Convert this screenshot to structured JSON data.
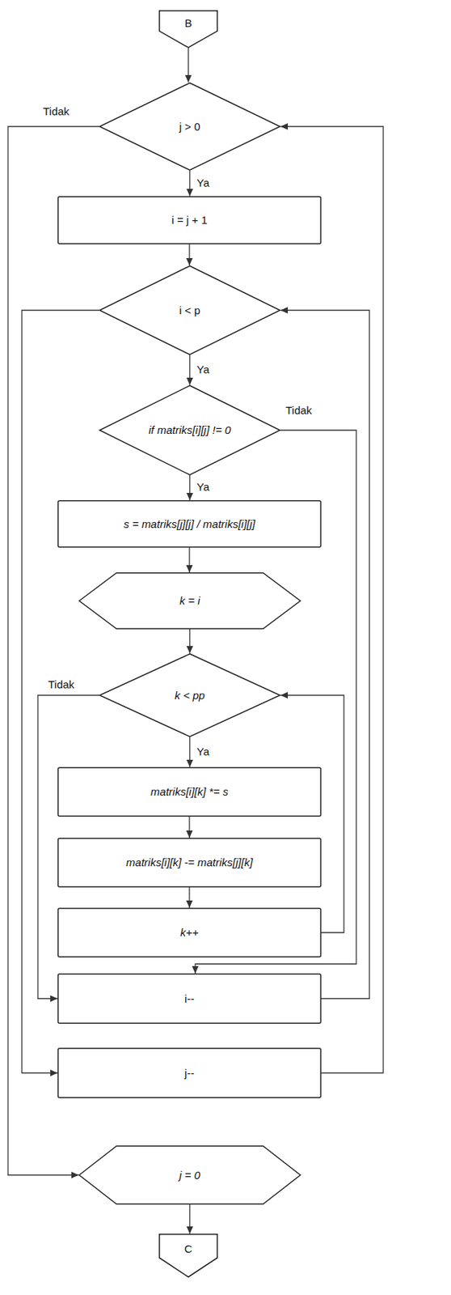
{
  "diagram": {
    "nodes": [
      {
        "text": [
          "B"
        ]
      },
      {
        "text": [
          "j > 0"
        ]
      },
      {
        "text": [
          "i = j + 1"
        ]
      },
      {
        "text": [
          "i < p"
        ]
      },
      {
        "text": [
          "if matriks[i][j] != 0"
        ]
      },
      {
        "text": [
          "s = matriks[j][j] / matriks[i][j]"
        ]
      },
      {
        "text": [
          "k = i"
        ]
      },
      {
        "text": [
          "k < pp"
        ]
      },
      {
        "text": [
          "matriks[i][k] *= s"
        ]
      },
      {
        "text": [
          "matriks[i][k] -= matriks[j][k]"
        ]
      },
      {
        "text": [
          "k++"
        ]
      },
      {
        "text": [
          "i--"
        ]
      },
      {
        "text": [
          "j--"
        ]
      },
      {
        "text": [
          "j = 0"
        ]
      },
      {
        "text": [
          "C"
        ]
      }
    ],
    "edges": [
      {
        "from": 0,
        "to": 1,
        "arrow": "to"
      },
      {
        "from": 1,
        "to": 2,
        "label": "Ya",
        "arrow": "to"
      },
      {
        "from": 1,
        "to": 13,
        "label": "Tidak",
        "arrow": "to"
      },
      {
        "from": 2,
        "to": 3,
        "arrow": "to"
      },
      {
        "from": 3,
        "to": 4,
        "label": "Ya",
        "arrow": "to"
      },
      {
        "from": 3,
        "to": 12,
        "arrow": "to"
      },
      {
        "from": 4,
        "to": 5,
        "label": "Ya",
        "arrow": "to"
      },
      {
        "from": 4,
        "to": 11,
        "label": "Tidak",
        "arrow": "to"
      },
      {
        "from": 5,
        "to": 6,
        "arrow": "to"
      },
      {
        "from": 6,
        "to": 7,
        "arrow": "to"
      },
      {
        "from": 7,
        "to": 8,
        "label": "Ya",
        "arrow": "to"
      },
      {
        "from": 7,
        "to": 11,
        "label": "Tidak",
        "arrow": "to"
      },
      {
        "from": 8,
        "to": 9,
        "arrow": "to"
      },
      {
        "from": 9,
        "to": 10,
        "arrow": "to"
      },
      {
        "from": 10,
        "to": 7,
        "arrow": "to"
      },
      {
        "from": 11,
        "to": 3,
        "arrow": "to"
      },
      {
        "from": 12,
        "to": 1,
        "arrow": "to"
      },
      {
        "from": 13,
        "to": 14,
        "arrow": "to"
      }
    ]
  }
}
